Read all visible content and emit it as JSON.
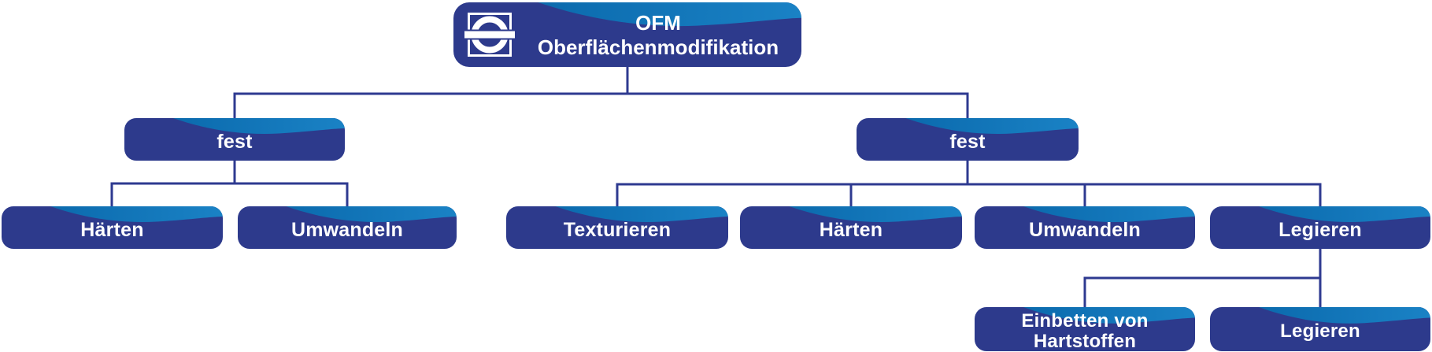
{
  "diagram_title": "OFM Oberflächenmodifikation",
  "colors": {
    "background": "#ffffff",
    "box": "#2D3A8C",
    "swoosh_dark": "#0B6AAD",
    "swoosh_light": "#1A82C5",
    "line": "#2E3A90",
    "text": "#ffffff"
  },
  "nodes": {
    "root_line1": "OFM",
    "root_line2": "Oberflächenmodifikation",
    "root_icon": "ofm-logo-icon",
    "fest_left": "fest",
    "fest_right": "fest",
    "haerten_left": "Härten",
    "umwandeln_left": "Umwandeln",
    "texturieren": "Texturieren",
    "haerten_right": "Härten",
    "umwandeln_right": "Umwandeln",
    "legieren": "Legieren",
    "einbetten": "Einbetten von Hartstoffen",
    "legieren_sub": "Legieren"
  },
  "hierarchy": {
    "label": "OFM Oberflächenmodifikation",
    "children": [
      {
        "label": "fest",
        "children": [
          {
            "label": "Härten"
          },
          {
            "label": "Umwandeln"
          }
        ]
      },
      {
        "label": "fest",
        "children": [
          {
            "label": "Texturieren"
          },
          {
            "label": "Härten"
          },
          {
            "label": "Umwandeln"
          },
          {
            "label": "Legieren",
            "children": [
              {
                "label": "Einbetten von Hartstoffen"
              },
              {
                "label": "Legieren"
              }
            ]
          }
        ]
      }
    ]
  }
}
